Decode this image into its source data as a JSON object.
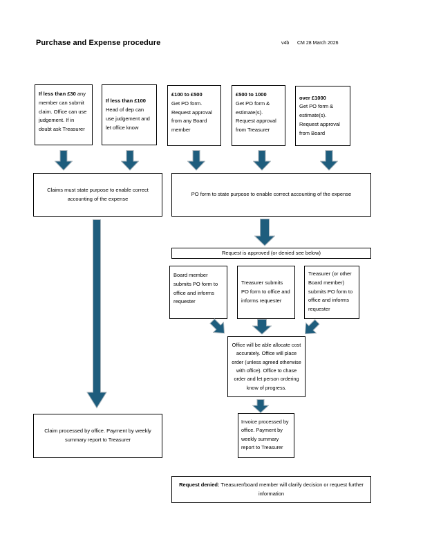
{
  "header": {
    "title": "Purchase and Expense procedure",
    "version": "v4b",
    "revision": "CM 28 March 2026"
  },
  "colors": {
    "arrow_fill": "#1e5d7d",
    "arrow_outline": "#a9b4bb",
    "box_border": "#000000"
  },
  "flow": {
    "threshold_boxes": [
      {
        "lead": "If less than £30",
        "rest": " any member can submit claim. Office can use judgement. If in doubt ask Treasurer"
      },
      {
        "lead": "If less than £100",
        "rest": "Head of dep can use judgement and let office know"
      },
      {
        "lead": "£100 to £500",
        "rest": "Get PO form. Request approval from any Board member"
      },
      {
        "lead": "£500 to 1000",
        "rest": "Get PO form & estimate(s). Request approval from Treasurer"
      },
      {
        "lead": "over £1000",
        "rest": "Get PO form & estimate(s). Request approval from Board"
      }
    ],
    "claims_box": "Claims must state purpose to enable correct accounting of the expense",
    "po_box": "PO form to state purpose to enable correct accounting of the expense",
    "approved_bar": "Request is approved (or denied see below)",
    "submit_boxes": [
      "Board member submits PO form to office and informs requester",
      "Treasurer submits PO form to office and informs requester",
      "Treasurer (or other Board member) submits PO form to office and informs requester"
    ],
    "office_box": "Office will be able allocate cost accurately. Office will place order (unless agreed otherwise with office). Office to chase order and let person ordering know of progress.",
    "invoice_box": "Invoice processed by office. Payment by weekly summary report to Treasurer",
    "claim_processed_box": "Claim processed by office. Payment by weekly summary report to Treasurer",
    "denied_box": {
      "lead": "Request denied:",
      "rest": " Treasurer/board member will clarify decision or request further information"
    }
  }
}
